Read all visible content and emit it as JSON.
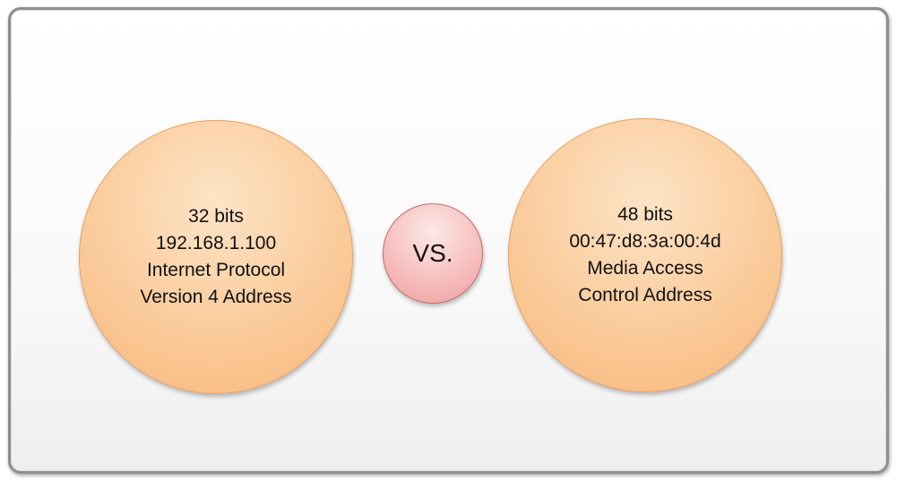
{
  "left": {
    "bits": "32 bits",
    "example": "192.168.1.100",
    "name_line1": "Internet Protocol",
    "name_line2": "Version 4 Address"
  },
  "center": {
    "label": "VS."
  },
  "right": {
    "bits": "48 bits",
    "example": "00:47:d8:3a:00:4d",
    "name_line1": "Media Access",
    "name_line2": "Control Address"
  },
  "colors": {
    "circle_fill": "#fbd0a3",
    "circle_border": "#e7a062",
    "vs_fill": "#f7c3c3",
    "vs_border": "#c96b6b",
    "frame_border": "#8f8f8f"
  }
}
